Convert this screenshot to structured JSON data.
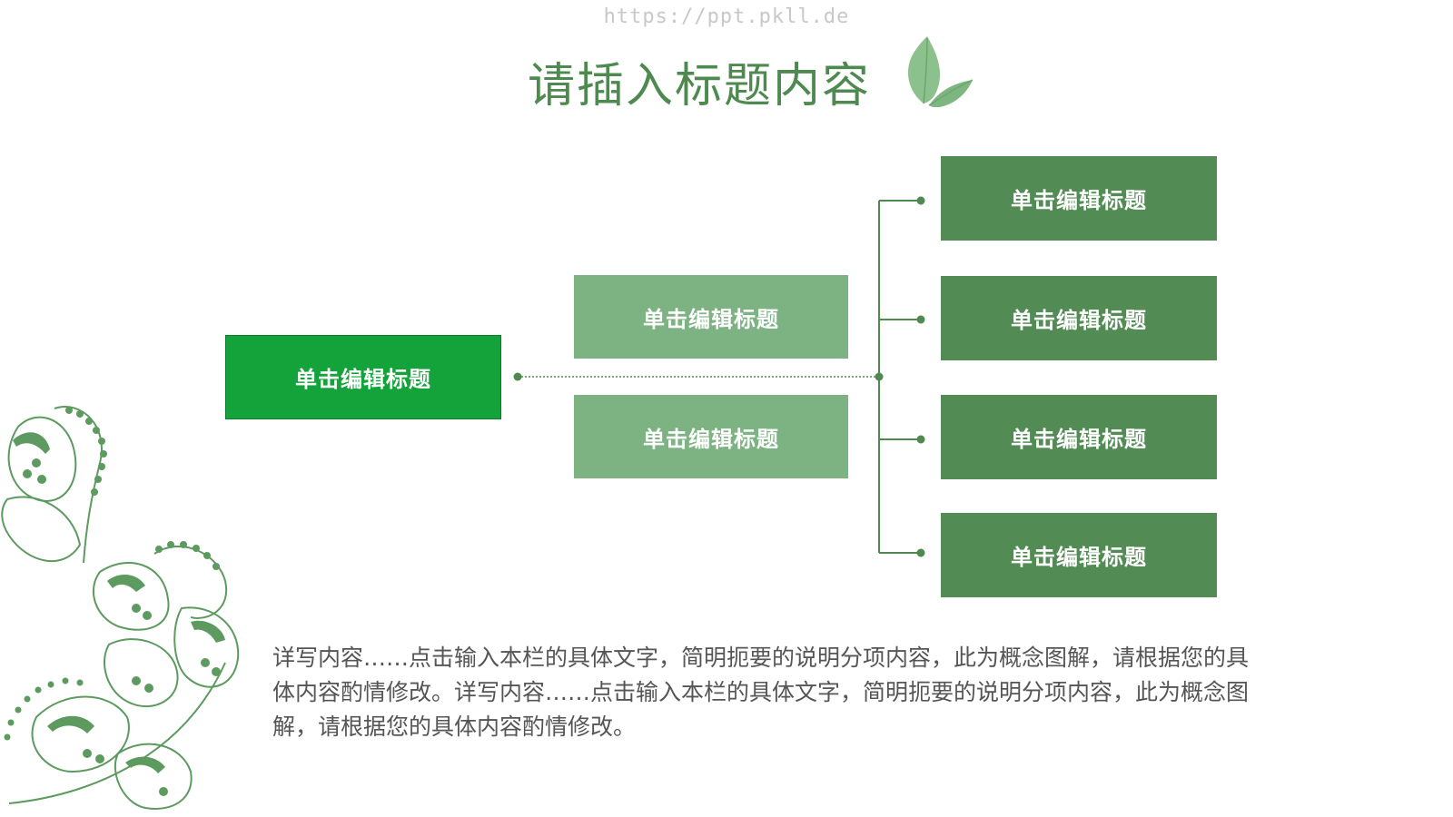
{
  "watermark": "https://ppt.pkll.de",
  "title": "请插入标题内容",
  "colors": {
    "title": "#4e8a50",
    "root_box": "#14a23b",
    "mid_box": "#7db382",
    "leaf_box": "#538b55",
    "connector": "#4e8a50",
    "body_text": "#555555"
  },
  "icons": {
    "title_decoration": "green-leaf-icon",
    "corner_decoration": "ornamental-leaf-pattern"
  },
  "diagram": {
    "root": {
      "label": "单击编辑标题"
    },
    "middle": [
      {
        "label": "单击编辑标题"
      },
      {
        "label": "单击编辑标题"
      }
    ],
    "leaves": [
      {
        "label": "单击编辑标题"
      },
      {
        "label": "单击编辑标题"
      },
      {
        "label": "单击编辑标题"
      },
      {
        "label": "单击编辑标题"
      }
    ]
  },
  "body_text": "详写内容……点击输入本栏的具体文字，简明扼要的说明分项内容，此为概念图解，请根据您的具体内容酌情修改。详写内容……点击输入本栏的具体文字，简明扼要的说明分项内容，此为概念图解，请根据您的具体内容酌情修改。"
}
